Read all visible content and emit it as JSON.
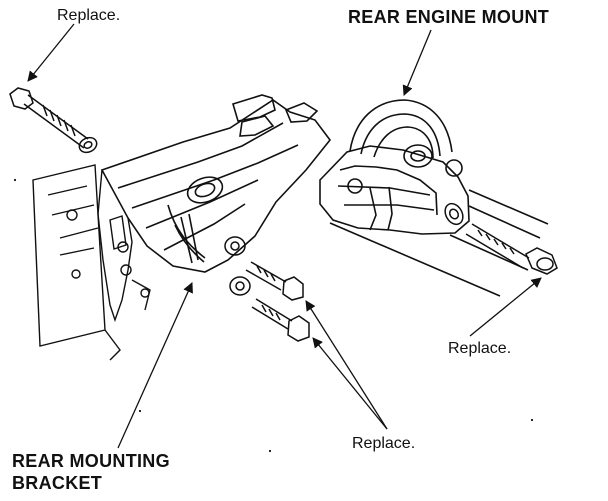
{
  "labels": {
    "replace_top": "Replace.",
    "rear_engine_mount": "REAR ENGINE MOUNT",
    "replace_right": "Replace.",
    "replace_bottom": "Replace.",
    "rear_mounting_bracket_line1": "REAR MOUNTING",
    "rear_mounting_bracket_line2": "BRACKET"
  },
  "colors": {
    "line": "#111111",
    "background": "#ffffff"
  }
}
